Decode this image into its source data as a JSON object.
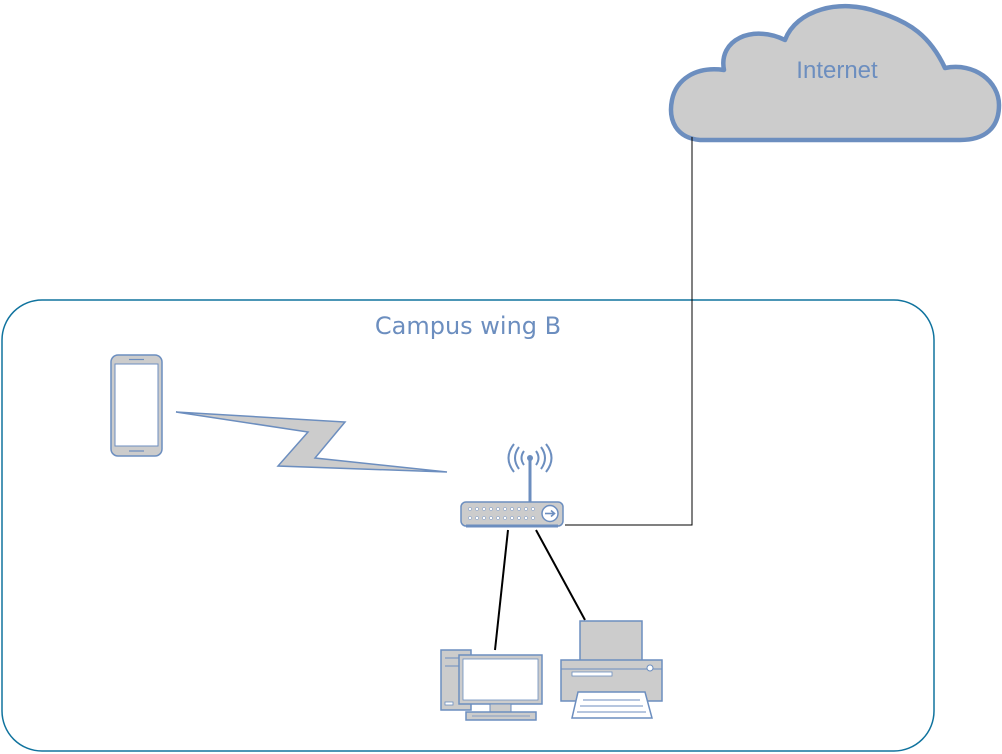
{
  "diagram": {
    "cloud_label": "Internet",
    "zone_label": "Campus wing B"
  },
  "nodes": [
    {
      "id": "internet",
      "kind": "cloud",
      "label": "Internet"
    },
    {
      "id": "smartphone",
      "kind": "mobile-device",
      "label": ""
    },
    {
      "id": "wireless-router",
      "kind": "wifi-router",
      "label": ""
    },
    {
      "id": "desktop-pc",
      "kind": "workstation",
      "label": ""
    },
    {
      "id": "printer",
      "kind": "printer",
      "label": ""
    }
  ],
  "edges": [
    {
      "from": "internet",
      "to": "wireless-router",
      "type": "wired"
    },
    {
      "from": "wireless-router",
      "to": "desktop-pc",
      "type": "wired"
    },
    {
      "from": "wireless-router",
      "to": "printer",
      "type": "wired"
    },
    {
      "from": "smartphone",
      "to": "wireless-router",
      "type": "wireless"
    }
  ],
  "colors": {
    "stroke": "#6c8ebf",
    "fill": "#cccccc",
    "zone_border": "#10739e",
    "label": "#6c8ebf",
    "wire": "#000000"
  }
}
